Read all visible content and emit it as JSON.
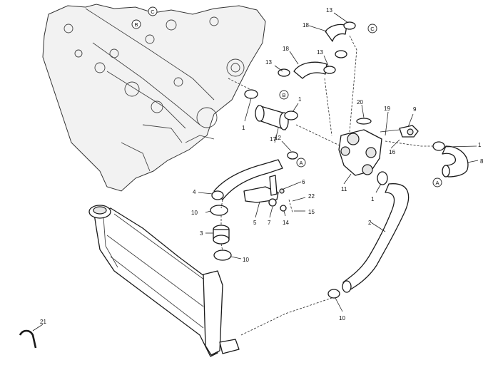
{
  "diagram": {
    "callouts": {
      "c1a": "1",
      "c1b": "1",
      "c1c": "1",
      "c1d": "1",
      "c2": "2",
      "c3": "3",
      "c4": "4",
      "c5": "5",
      "c6": "6",
      "c7": "7",
      "c8": "8",
      "c9": "9",
      "c10a": "10",
      "c10b": "10",
      "c10c": "10",
      "c11": "11",
      "c12": "12",
      "c13a": "13",
      "c13b": "13",
      "c13c": "13",
      "c14": "14",
      "c15": "15",
      "c16": "16",
      "c17": "17",
      "c18a": "18",
      "c18b": "18",
      "c19": "19",
      "c20": "20",
      "c21": "21",
      "c22": "22"
    },
    "refs": {
      "refA1": "A",
      "refA2": "A",
      "refB1": "B",
      "refB2": "B",
      "refC1": "C",
      "refC2": "C"
    }
  }
}
